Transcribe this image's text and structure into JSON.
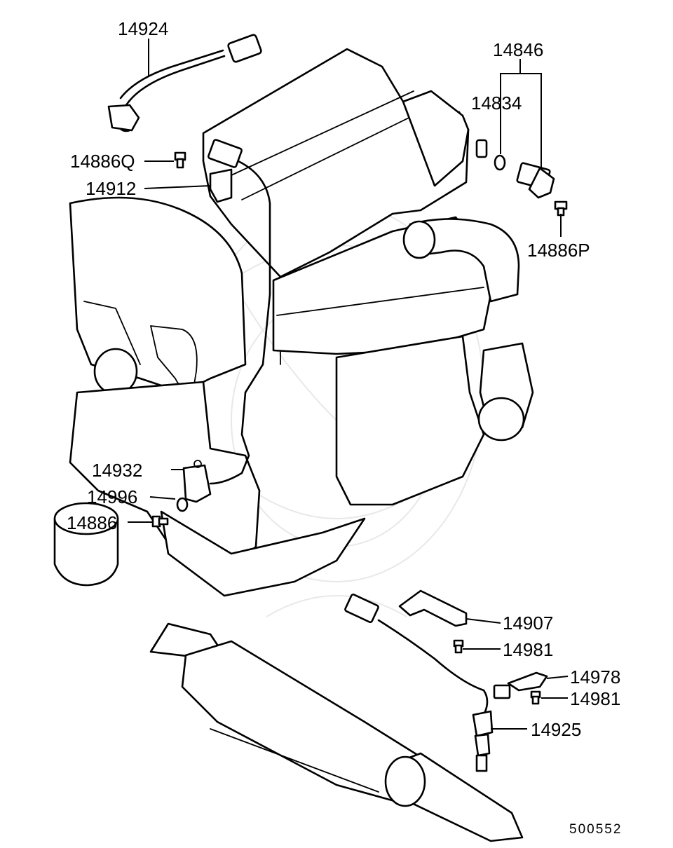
{
  "callouts": {
    "p14924": "14924",
    "p14846": "14846",
    "p14834": "14834",
    "p14886Q": "14886Q",
    "p14912": "14912",
    "p14886P": "14886P",
    "p14932": "14932",
    "p14996": "14996",
    "p14886": "14886",
    "p14907": "14907",
    "p14981a": "14981",
    "p14978": "14978",
    "p14981b": "14981",
    "p14925": "14925"
  },
  "diagram_code": "500552"
}
